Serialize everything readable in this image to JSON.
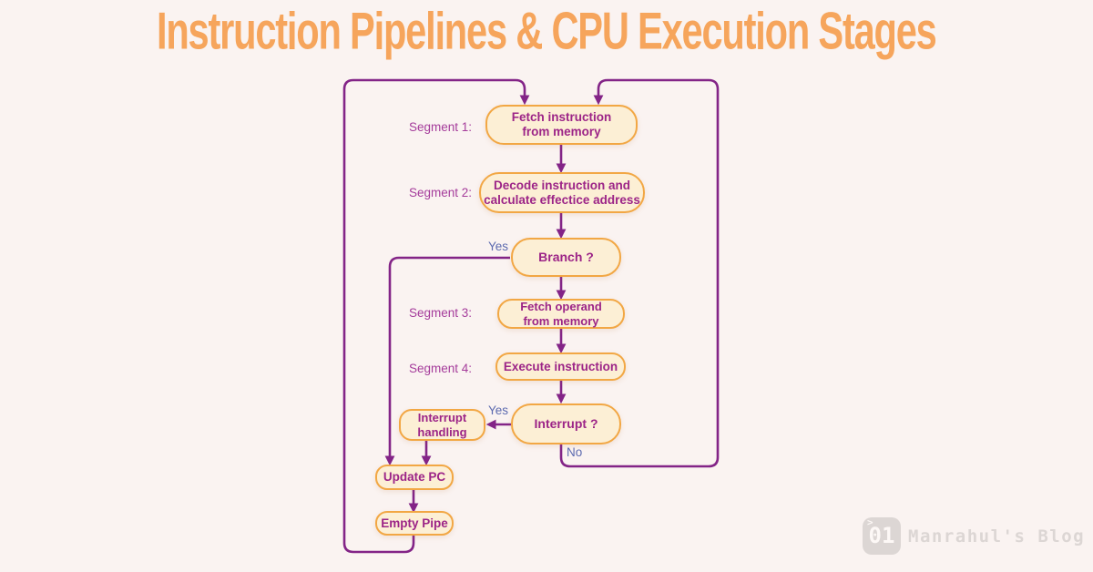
{
  "header": {
    "title": "Instruction Pipelines & CPU Execution Stages"
  },
  "flowchart": {
    "segments": [
      {
        "label": "Segment 1:"
      },
      {
        "label": "Segment 2:"
      },
      {
        "label": "Segment 3:"
      },
      {
        "label": "Segment 4:"
      }
    ],
    "nodes": {
      "fetch_instruction": {
        "label": "Fetch instruction\nfrom memory"
      },
      "decode": {
        "label": "Decode instruction and\ncalculate effectice address"
      },
      "branch": {
        "label": "Branch ?"
      },
      "fetch_operand": {
        "label": "Fetch operand\nfrom memory"
      },
      "execute": {
        "label": "Execute instruction"
      },
      "interrupt": {
        "label": "Interrupt ?"
      },
      "interrupt_handling": {
        "label": "Interrupt\nhandling"
      },
      "update_pc": {
        "label": "Update PC"
      },
      "empty_pipe": {
        "label": "Empty Pipe"
      }
    },
    "edge_labels": {
      "branch_yes": "Yes",
      "interrupt_yes": "Yes",
      "interrupt_no": "No"
    }
  },
  "watermark": {
    "badge_symbol": ">",
    "badge_text": "01",
    "label": "Manrahul's Blog"
  },
  "colors": {
    "page-bg": "#FAF3F1",
    "title": "#F6A55C",
    "node-fill": "#FCEFD5",
    "node-border": "#F2A744",
    "node-text": "#9C2487",
    "segment-text": "#A53C9B",
    "connector": "#832487",
    "edge-label": "#5D6BB0",
    "watermark": "#DCD6D4"
  }
}
